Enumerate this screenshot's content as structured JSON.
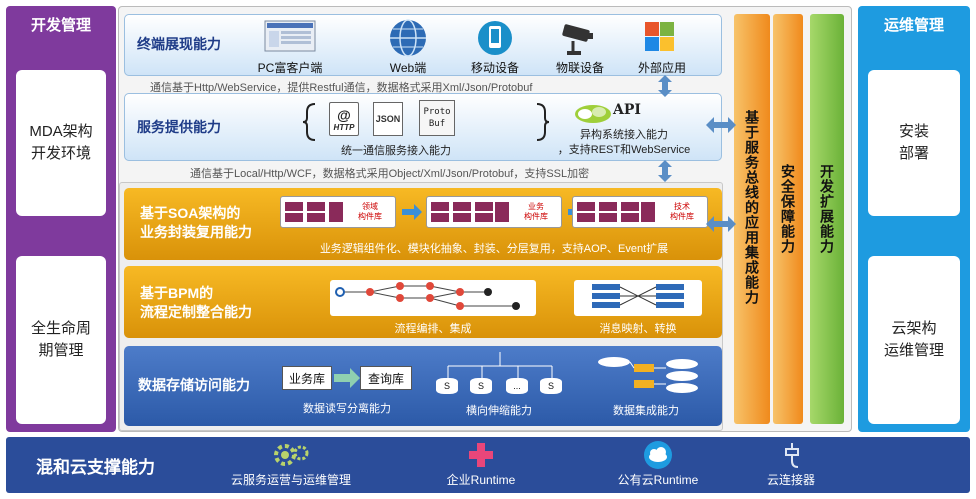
{
  "left_panel": {
    "title": "开发管理",
    "items": [
      "MDA架构\n开发环境",
      "全生命周\n期管理"
    ]
  },
  "right_panel": {
    "title": "运维管理",
    "items": [
      "安装\n部署",
      "云架构\n运维管理"
    ]
  },
  "terminal": {
    "title": "终端展现能力",
    "items": [
      "PC富客户端",
      "Web端",
      "移动设备",
      "物联设备",
      "外部应用"
    ],
    "note": "通信基于Http/WebService，提供Restful通信，数据格式采用Xml/Json/Protobuf"
  },
  "service": {
    "title": "服务提供能力",
    "icons": [
      "HTTP",
      "JSON",
      "Proto\nBuf",
      "API"
    ],
    "unified": "统一通信服务接入能力",
    "hetero_line1": "异构系统接入能力",
    "hetero_line2": "，支持REST和WebService",
    "note": "通信基于Local/Http/WCF，数据格式采用Object/Xml/Json/Protobuf，支持SSL加密"
  },
  "soa": {
    "title": "基于SOA架构的\n业务封装复用能力",
    "libs": [
      "领域\n构件库",
      "业务\n构件库",
      "技术\n构件库"
    ],
    "caption": "业务逻辑组件化、模块化抽象、封装、分层复用，支持AOP、Event扩展"
  },
  "bpm": {
    "title": "基于BPM的\n流程定制整合能力",
    "caption_flow": "流程编排、集成",
    "caption_map": "消息映射、转换"
  },
  "storage": {
    "title": "数据存储访问能力",
    "box_business": "业务库",
    "box_query": "查询库",
    "caption_rw": "数据读写分离能力",
    "shard_labels": [
      "S",
      "S",
      "...",
      "S"
    ],
    "caption_scale": "横向伸缩能力",
    "caption_integrate": "数据集成能力"
  },
  "pillars": [
    "基于服务总线的应用集成能力",
    "安全保障能力",
    "开发扩展能力"
  ],
  "bottom": {
    "title": "混和云支撑能力",
    "items": [
      "云服务运营与运维管理",
      "企业Runtime",
      "公有云Runtime",
      "云连接器"
    ]
  },
  "colors": {
    "purple": "#7f3a9d",
    "sky": "#1e9be0",
    "gold": "#f0a818",
    "navy": "#2b4d9a",
    "green": "#7ac142",
    "orange": "#f39a2b"
  }
}
